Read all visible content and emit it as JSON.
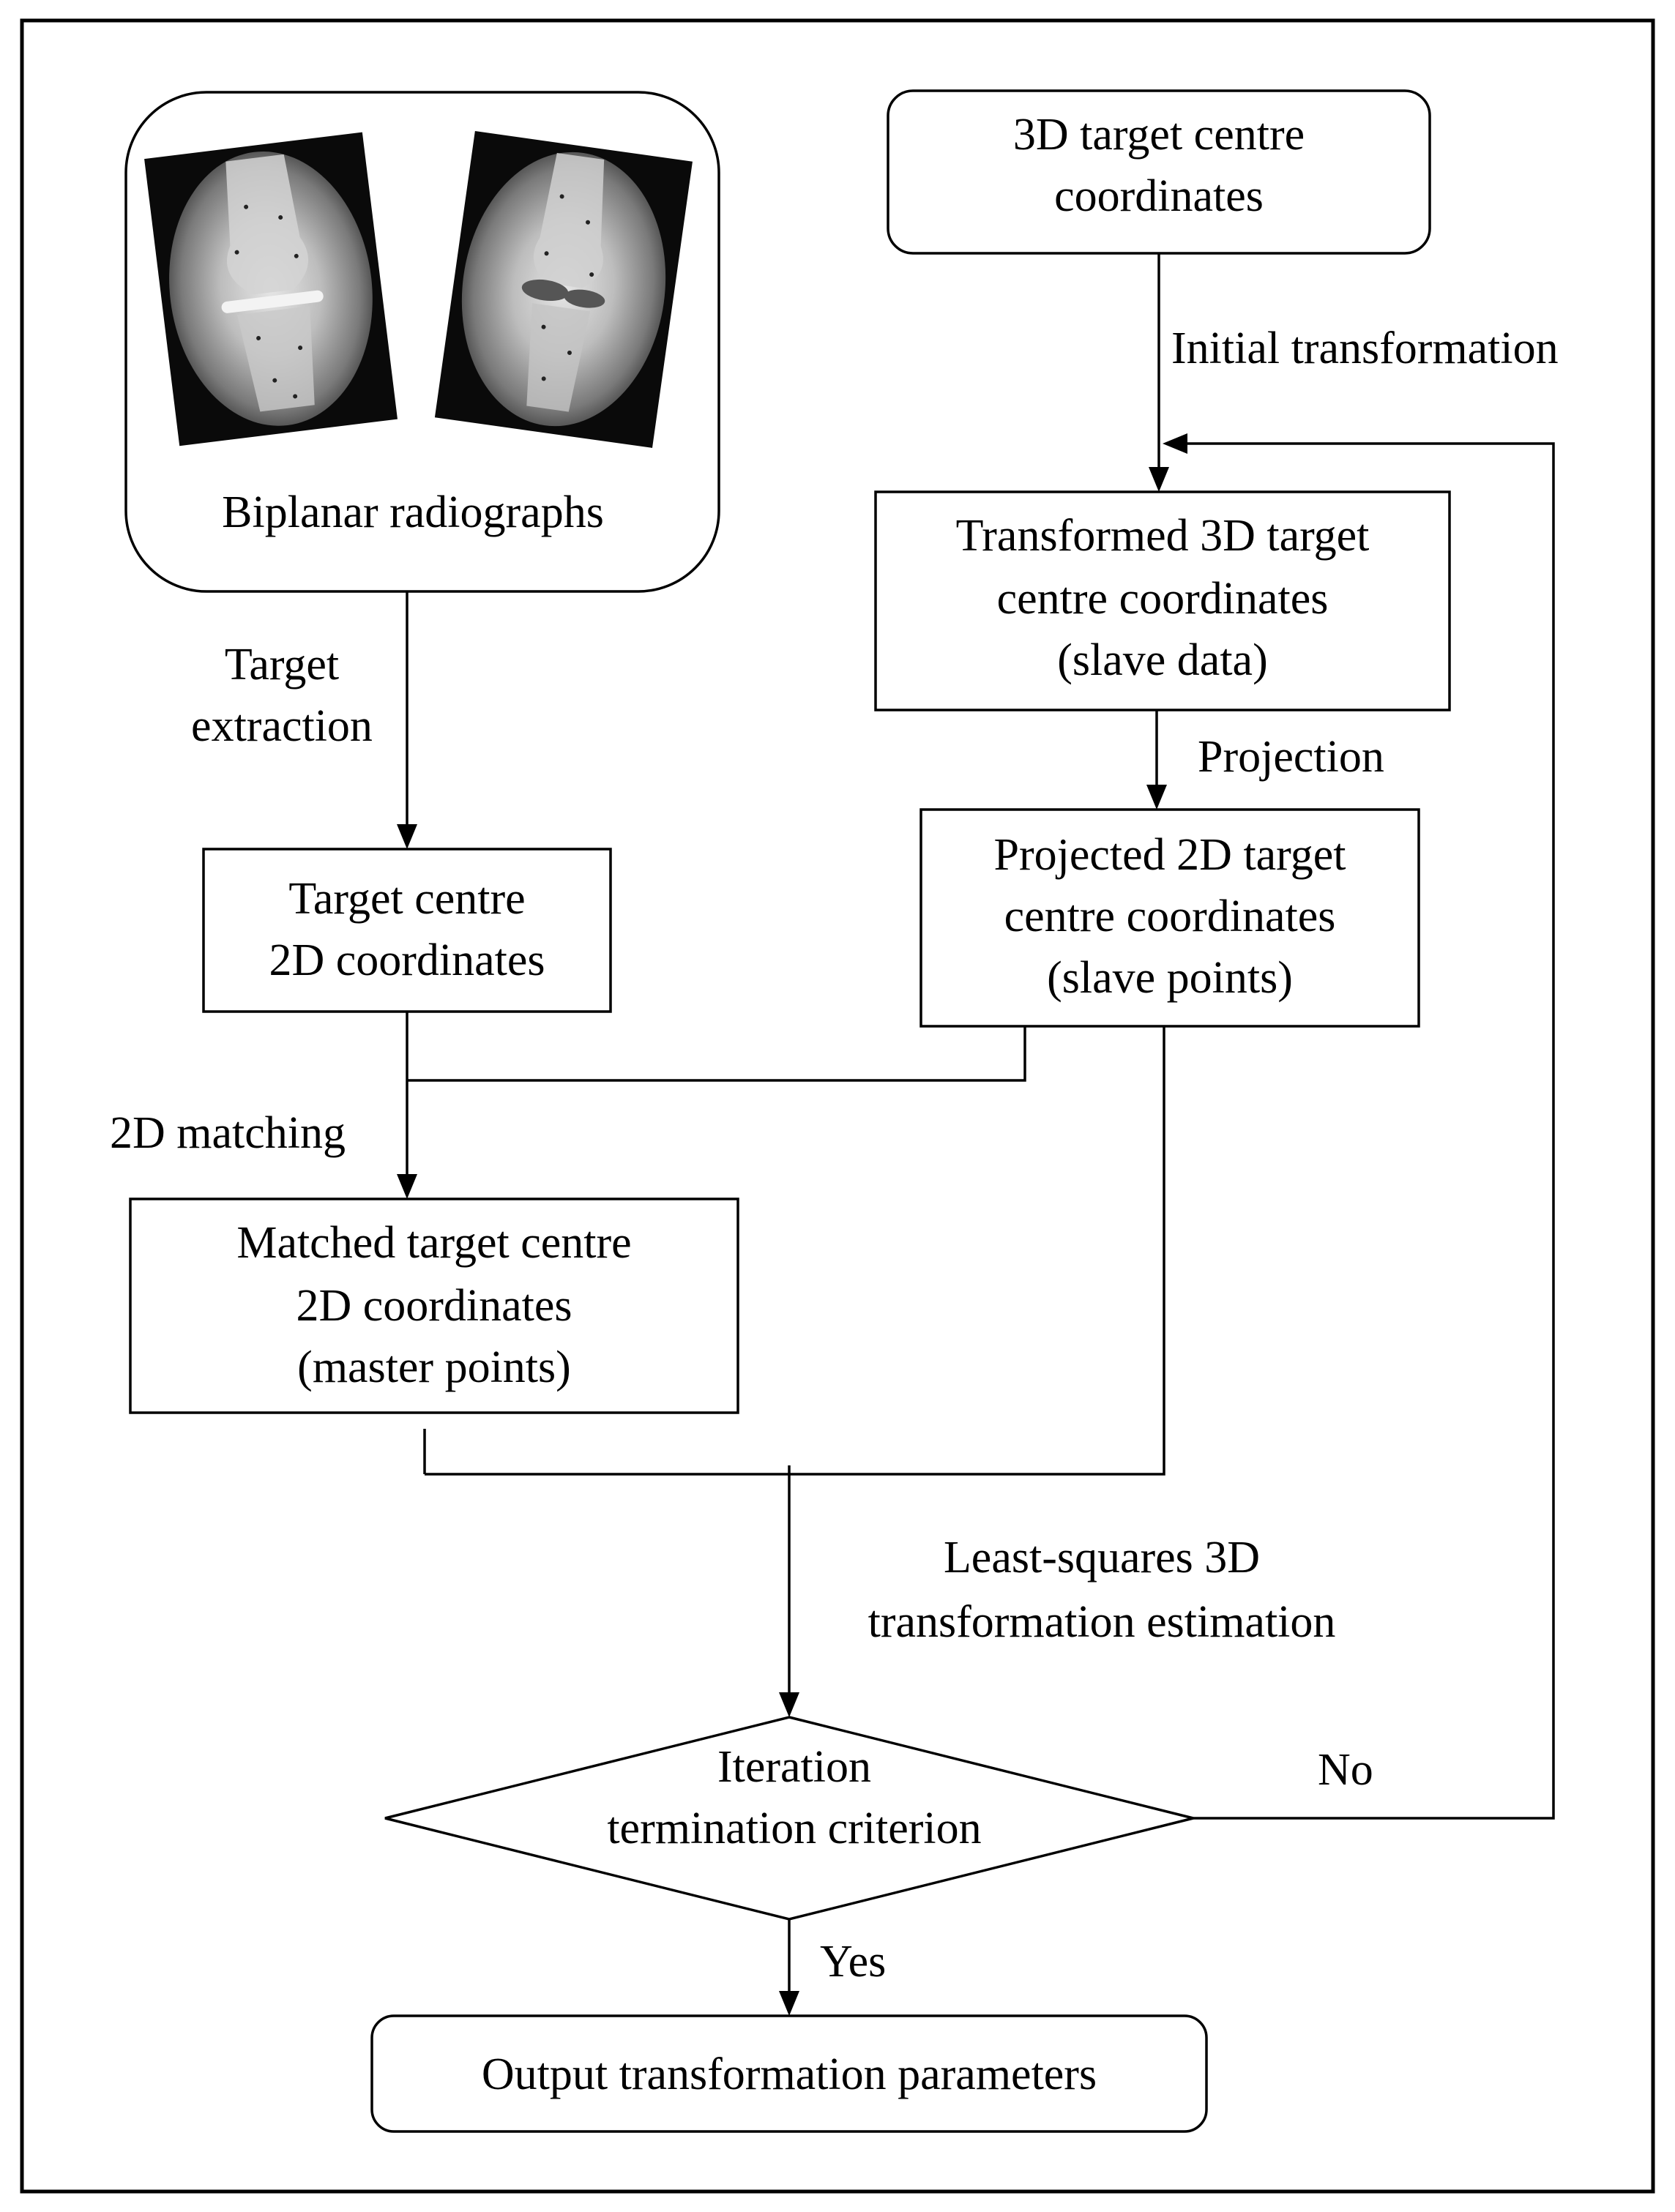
{
  "nodes": {
    "biplanar": {
      "label": "Biplanar radiographs"
    },
    "target3d": {
      "lines": [
        "3D target centre",
        "coordinates"
      ]
    },
    "transformed3d": {
      "lines": [
        "Transformed 3D target",
        "centre coordinates",
        "(slave data)"
      ]
    },
    "projected2d": {
      "lines": [
        "Projected 2D target",
        "centre coordinates",
        "(slave points)"
      ]
    },
    "target2d": {
      "lines": [
        "Target centre",
        "2D coordinates"
      ]
    },
    "matched2d": {
      "lines": [
        "Matched target centre",
        "2D coordinates",
        "(master points)"
      ]
    },
    "criterion": {
      "lines": [
        "Iteration",
        "termination criterion"
      ]
    },
    "output": {
      "label": "Output transformation parameters"
    }
  },
  "edge_labels": {
    "initial_transformation": "Initial transformation",
    "target_extraction": [
      "Target",
      "extraction"
    ],
    "projection": "Projection",
    "matching_2d": "2D matching",
    "least_squares": [
      "Least-squares 3D",
      "transformation estimation"
    ],
    "no": "No",
    "yes": "Yes"
  }
}
